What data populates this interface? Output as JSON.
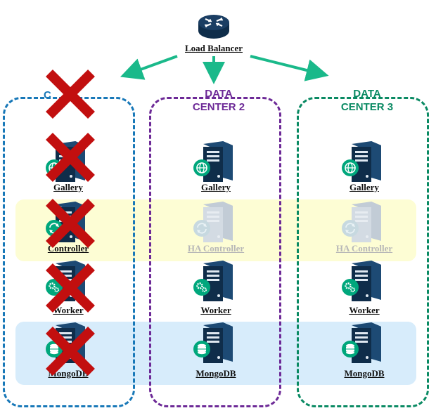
{
  "load_balancer": {
    "label": "Load Balancer"
  },
  "datacenters": [
    {
      "title": [
        "",
        "C"
      ],
      "color": "#1878b8"
    },
    {
      "title": [
        "DATA",
        "CENTER 2"
      ],
      "color": "#6d2a97"
    },
    {
      "title": [
        "DATA",
        "CENTER 3"
      ],
      "color": "#0a8a63"
    }
  ],
  "rows": [
    {
      "label": "Gallery",
      "glyph": "globe"
    },
    {
      "label": "HA Controller",
      "dc1_label": "Controller",
      "glyph": "sync"
    },
    {
      "label": "Worker",
      "glyph": "gears"
    },
    {
      "label": "MongoDB",
      "glyph": "database"
    }
  ],
  "colors": {
    "arrow": "#1ab98a",
    "cross": "#c20f0f",
    "server": "#0f2d4a",
    "badge": "#00a77c",
    "controller_band": "#fdfdd4",
    "mongodb_band": "#d7ecfb"
  },
  "failed_datacenter_marks": 5
}
